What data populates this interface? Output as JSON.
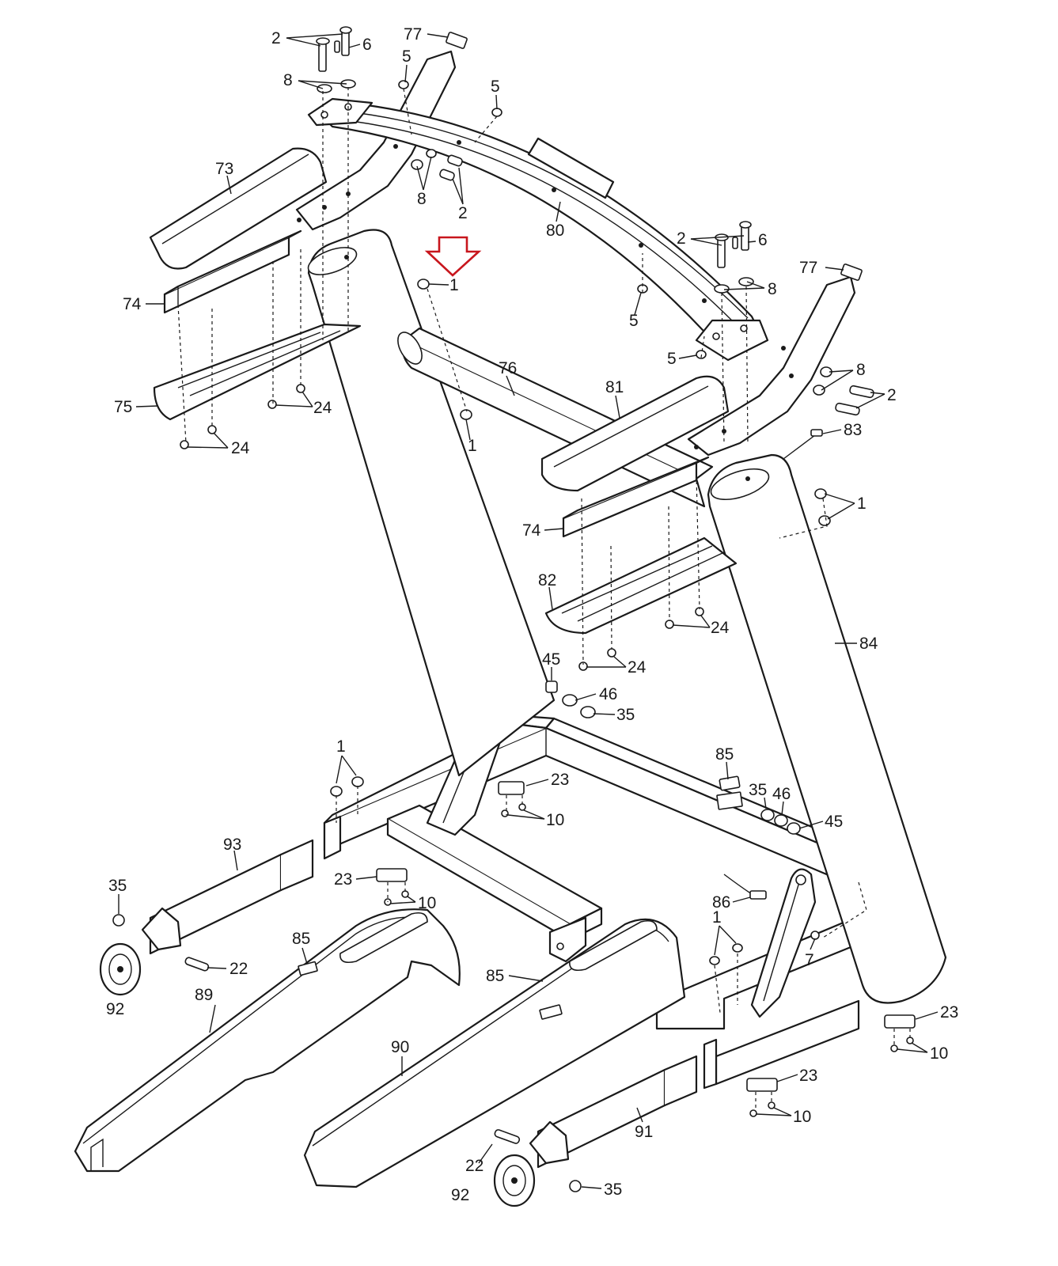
{
  "colors": {
    "line": "#1a1a1a",
    "background": "#ffffff",
    "highlight_arrow": "#c8161d"
  },
  "callouts": {
    "c_2_top_left": "2",
    "c_6_top_left": "6",
    "c_77_top_left": "77",
    "c_5_top_left": "5",
    "c_8_top_left": "8",
    "c_5_upper_mid": "5",
    "c_73": "73",
    "c_8_mid": "8",
    "c_2_mid": "2",
    "c_80": "80",
    "c_1_top": "1",
    "c_2_top_right": "2",
    "c_6_top_right": "6",
    "c_77_top_right": "77",
    "c_8_top_right": "8",
    "c_5_right_a": "5",
    "c_5_right_b": "5",
    "c_74_left": "74",
    "c_76": "76",
    "c_81": "81",
    "c_8_right": "8",
    "c_2_right": "2",
    "c_75": "75",
    "c_24_a": "24",
    "c_24_b": "24",
    "c_1_mid": "1",
    "c_83": "83",
    "c_74_right": "74",
    "c_1_right": "1",
    "c_82": "82",
    "c_24_c": "24",
    "c_24_d": "24",
    "c_84": "84",
    "c_45_top": "45",
    "c_46_top": "46",
    "c_35_top": "35",
    "c_1_lower_left": "1",
    "c_23_a": "23",
    "c_10_a": "10",
    "c_85_right": "85",
    "c_35_right": "35",
    "c_46_right": "46",
    "c_45_right": "45",
    "c_93": "93",
    "c_23_b": "23",
    "c_10_b": "10",
    "c_35_left": "35",
    "c_86": "86",
    "c_85_left": "85",
    "c_1_lower_right": "1",
    "c_7": "7",
    "c_22_left": "22",
    "c_92_left": "92",
    "c_89": "89",
    "c_85_mid": "85",
    "c_23_c": "23",
    "c_10_c": "10",
    "c_90": "90",
    "c_23_d": "23",
    "c_10_d": "10",
    "c_91": "91",
    "c_22_bottom": "22",
    "c_92_bottom": "92",
    "c_35_bottom": "35"
  }
}
